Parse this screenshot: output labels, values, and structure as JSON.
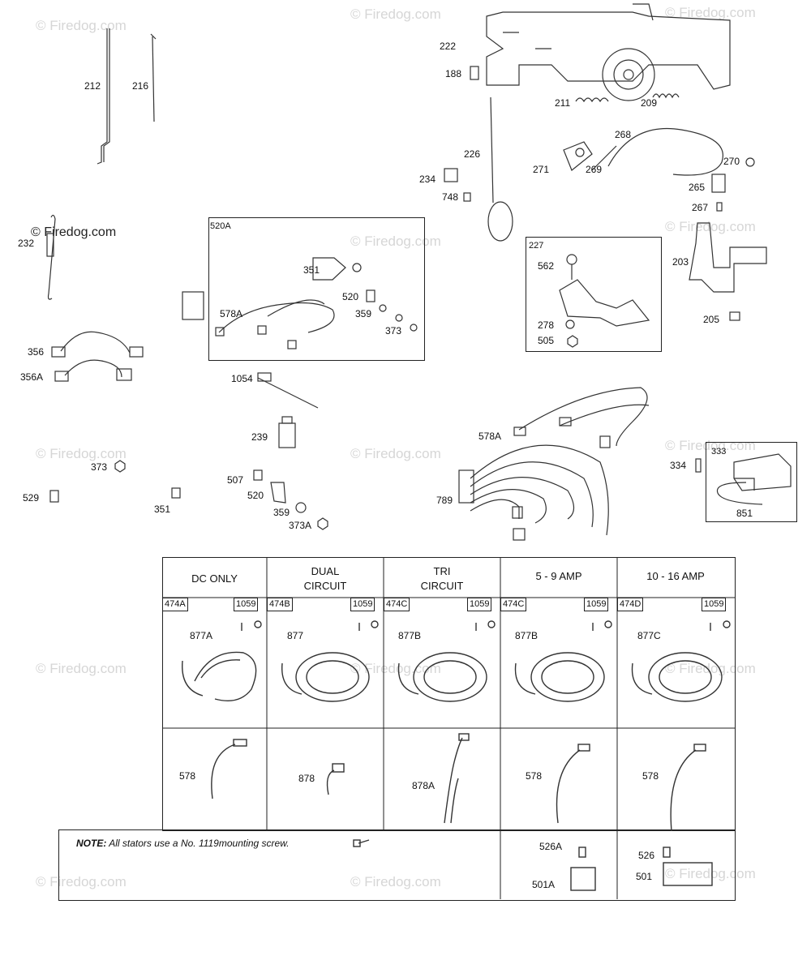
{
  "watermark": "© Firedog.com",
  "parts_upper": [
    "212",
    "216",
    "232",
    "222",
    "188",
    "211",
    "209",
    "226",
    "268",
    "271",
    "269",
    "270",
    "234",
    "748",
    "265",
    "267",
    "520A",
    "351",
    "578A",
    "520",
    "359",
    "373",
    "227",
    "562",
    "278",
    "505",
    "203",
    "205",
    "356",
    "356A",
    "1054",
    "239",
    "578A",
    "373",
    "529",
    "351",
    "507",
    "520",
    "359",
    "373A",
    "789",
    "333",
    "334",
    "851"
  ],
  "table": {
    "headers": [
      {
        "line1": "DC ONLY",
        "line2": ""
      },
      {
        "line1": "DUAL",
        "line2": "CIRCUIT"
      },
      {
        "line1": "TRI",
        "line2": "CIRCUIT"
      },
      {
        "line1": "5 - 9 AMP",
        "line2": ""
      },
      {
        "line1": "10 - 16 AMP",
        "line2": ""
      }
    ],
    "stator_tags": [
      "474A",
      "474B",
      "474C",
      "474C",
      "474D"
    ],
    "screw_tag": "1059",
    "stator_parts": [
      "877A",
      "877",
      "877B",
      "877B",
      "877C"
    ],
    "lead_parts": [
      "578",
      "878",
      "878A",
      "578",
      "578"
    ],
    "note_prefix": "NOTE:",
    "note_text": " All stators use a No. 1119mounting screw.",
    "reg_left": [
      "526A",
      "501A"
    ],
    "reg_right": [
      "526",
      "501"
    ]
  }
}
